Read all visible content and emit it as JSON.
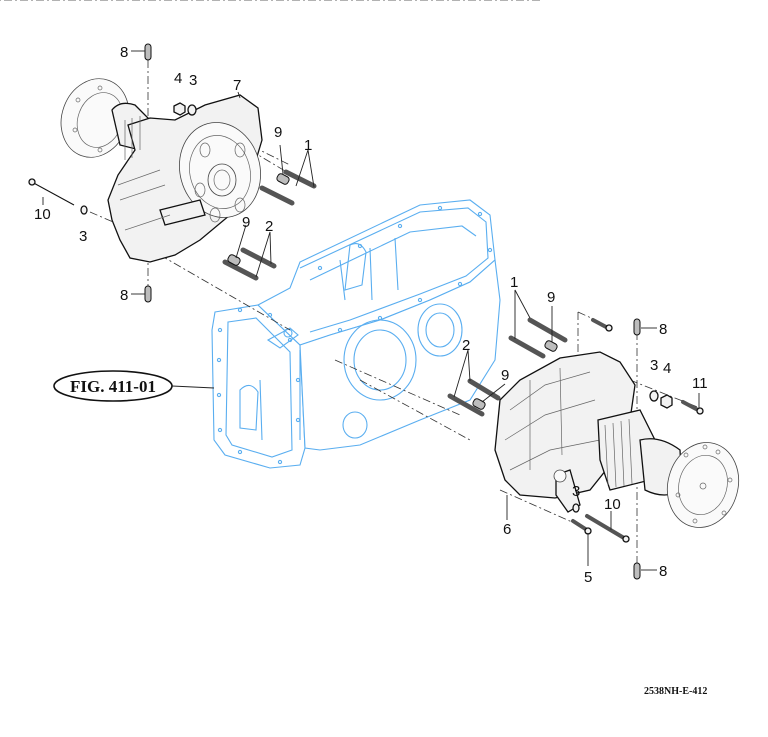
{
  "figure_reference": "FIG. 411-01",
  "drawing_id": "2538NH-E-412",
  "colors": {
    "reference_housing": "#5aaef0",
    "parts_outline": "#111111",
    "parts_shading": "#bdbdbd"
  },
  "callouts": {
    "left_assembly": [
      {
        "id": "8",
        "part": "dowel pin (top)"
      },
      {
        "id": "4",
        "part": "nut"
      },
      {
        "id": "3",
        "part": "washer"
      },
      {
        "id": "7",
        "part": "left final drive housing"
      },
      {
        "id": "9",
        "part": "bushing"
      },
      {
        "id": "1",
        "part": "stud pair"
      },
      {
        "id": "10",
        "part": "long bolt"
      },
      {
        "id": "3",
        "part": "washer (lower)"
      },
      {
        "id": "9",
        "part": "bushing (lower)"
      },
      {
        "id": "2",
        "part": "stud pair (lower)"
      },
      {
        "id": "8",
        "part": "dowel pin (bottom)"
      }
    ],
    "right_assembly": [
      {
        "id": "1",
        "part": "stud pair"
      },
      {
        "id": "9",
        "part": "bushing"
      },
      {
        "id": "8",
        "part": "dowel pin (top)"
      },
      {
        "id": "2",
        "part": "stud pair (lower)"
      },
      {
        "id": "9",
        "part": "bushing (lower)"
      },
      {
        "id": "3",
        "part": "washer"
      },
      {
        "id": "4",
        "part": "nut"
      },
      {
        "id": "11",
        "part": "bolt"
      },
      {
        "id": "3",
        "part": "washer (lower)"
      },
      {
        "id": "10",
        "part": "long bolt"
      },
      {
        "id": "6",
        "part": "right final drive housing"
      },
      {
        "id": "5",
        "part": "bolt"
      },
      {
        "id": "8",
        "part": "dowel pin (bottom)"
      }
    ]
  }
}
